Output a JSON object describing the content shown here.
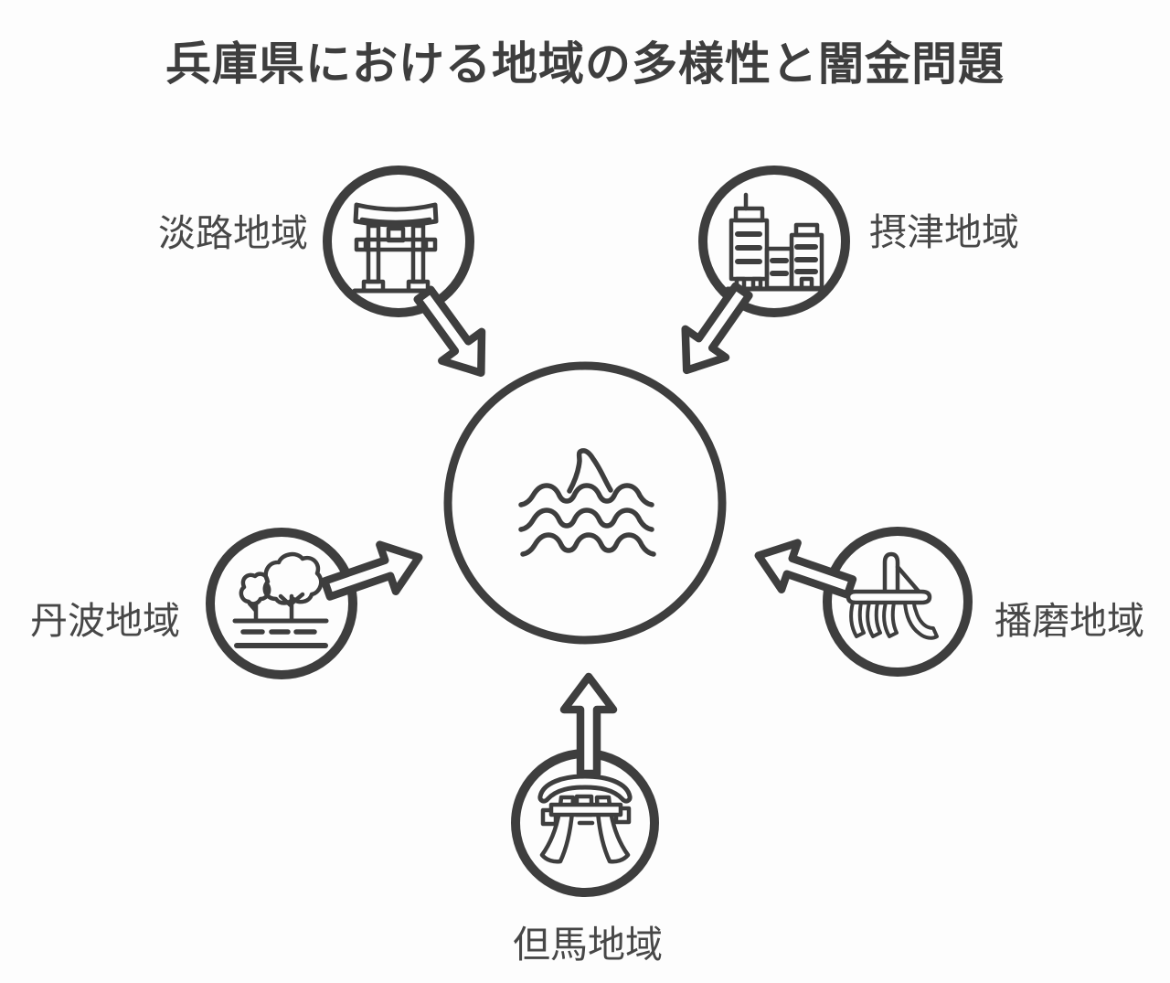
{
  "title": "兵庫県における地域の多様性と闇金問題",
  "colors": {
    "ink": "#3e3e3e",
    "label": "#474747",
    "paper": "#fdfdfd"
  },
  "center": {
    "icon": "shark-fin-waves-icon",
    "meaning": "闇金問題"
  },
  "regions": [
    {
      "id": "awaji",
      "label": "淡路地域",
      "icon": "torii-gate-icon",
      "position": "top-left",
      "arrow": "toward-center"
    },
    {
      "id": "settsu",
      "label": "摂津地域",
      "icon": "city-buildings-icon",
      "position": "top-right",
      "arrow": "toward-center"
    },
    {
      "id": "tanba",
      "label": "丹波地域",
      "icon": "trees-field-icon",
      "position": "left",
      "arrow": "toward-center"
    },
    {
      "id": "harima",
      "label": "播磨地域",
      "icon": "plow-icon",
      "position": "right",
      "arrow": "toward-center"
    },
    {
      "id": "tajima",
      "label": "但馬地域",
      "icon": "curved-torii-icon",
      "position": "bottom",
      "arrow": "toward-center"
    }
  ]
}
